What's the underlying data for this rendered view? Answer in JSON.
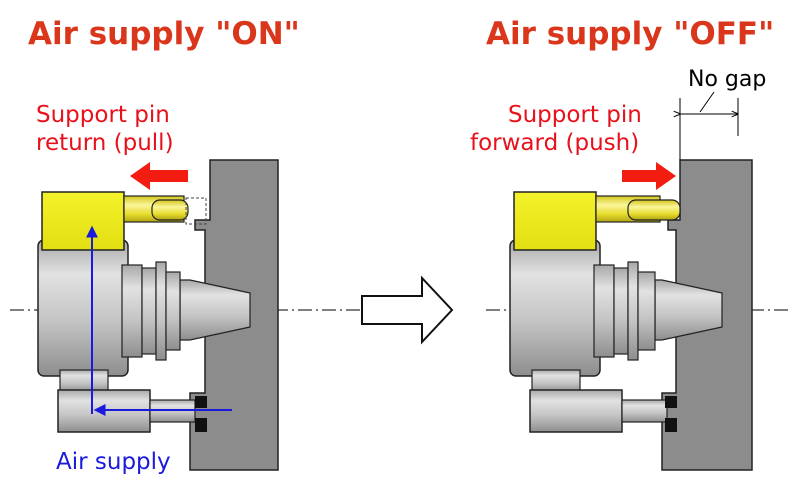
{
  "colors": {
    "title": "#d9361b",
    "support_label": "#e8101a",
    "air_label": "#1a1adc",
    "arrow_red": "#f21d10",
    "arrow_blue": "#1a1adc",
    "yellow_body": "#eeee1c",
    "yellow_edge": "#9a9a14",
    "wall": "#8c8c8c",
    "steel_light": "#d2d2d2",
    "steel_dark": "#9a9a9a"
  },
  "left_panel": {
    "title": "Air supply \"ON\"",
    "support_label_line1": "Support pin",
    "support_label_line2": "return (pull)",
    "air_supply_label": "Air supply"
  },
  "right_panel": {
    "title": "Air supply \"OFF\"",
    "support_label_line1": "Support pin",
    "support_label_line2": "forward (push)",
    "gap_label": "No gap"
  },
  "transition_arrow_icon": "hollow-right-arrow"
}
